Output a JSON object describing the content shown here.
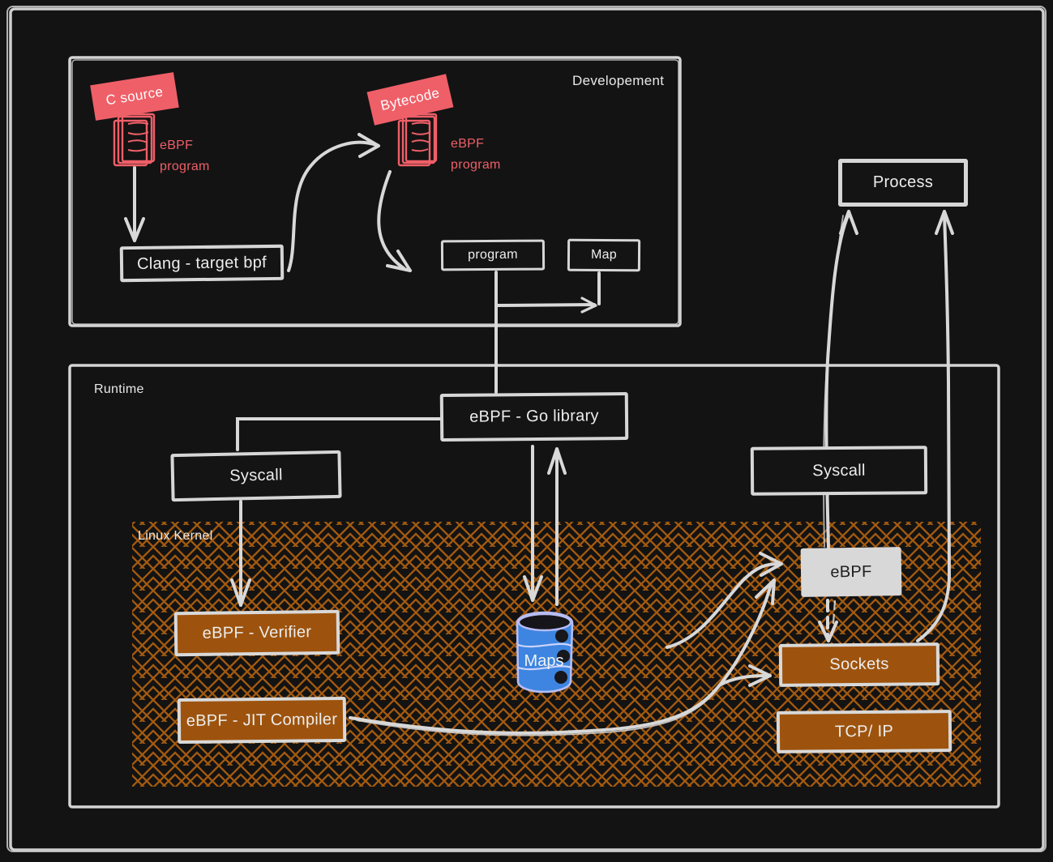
{
  "diagram": {
    "development": {
      "title": "Developement",
      "c_source_tag": "C source",
      "bytecode_tag": "Bytecode",
      "ebpf_program_label": "eBPF program",
      "clang_box": "Clang - target bpf",
      "program_box": "program",
      "map_box": "Map"
    },
    "process_box": "Process",
    "runtime": {
      "title": "Runtime",
      "go_library_box": "eBPF - Go library",
      "syscall_box": "Syscall",
      "kernel": {
        "title": "Linux Kernel",
        "verifier_box": "eBPF - Verifier",
        "jit_box": "eBPF - JIT Compiler",
        "maps_cylinder": "Maps",
        "ebpf_box": "eBPF",
        "sockets_box": "Sockets",
        "tcpip_box": "TCP/ IP"
      }
    },
    "colors": {
      "background": "#131313",
      "stroke_light": "#d8d8d8",
      "accent_red": "#ef5f68",
      "kernel_box_orange": "#9d530e",
      "hatch_orange": "#a45a0f",
      "maps_blue": "#3d85e0",
      "maps_outline": "#b7bdf4"
    }
  }
}
